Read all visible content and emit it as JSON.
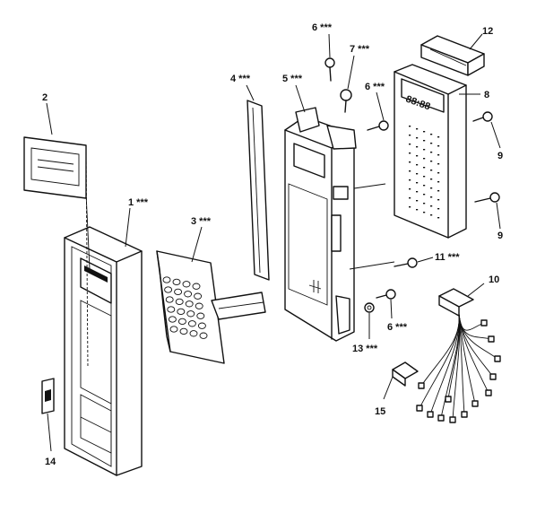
{
  "labels": {
    "p1": "1 ***",
    "p2": "2",
    "p3": "3 ***",
    "p4": "4 ***",
    "p5": "5 ***",
    "p6a": "6 ***",
    "p6b": "6 ***",
    "p6c": "6 ***",
    "p7": "7 ***",
    "p8": "8",
    "p9a": "9",
    "p9b": "9",
    "p10": "10",
    "p11": "11 ***",
    "p12": "12",
    "p13": "13 ***",
    "p14": "14",
    "p15": "15"
  },
  "display": {
    "digits": "88:88"
  }
}
